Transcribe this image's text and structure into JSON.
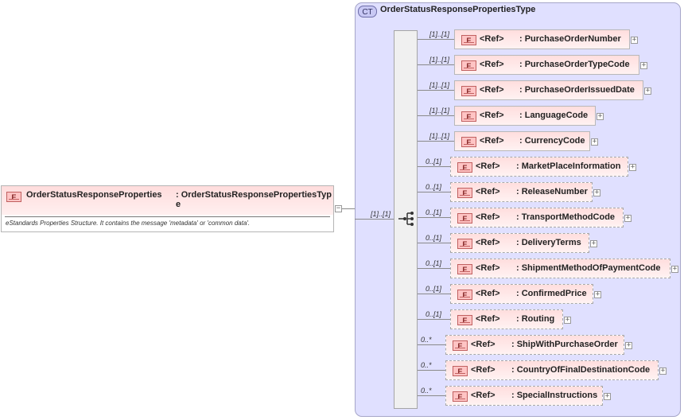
{
  "complex_type": {
    "badge": "CT",
    "name": "OrderStatusResponsePropertiesType"
  },
  "main_element": {
    "badge": "E",
    "name": "OrderStatusResponseProperties",
    "type": ": OrderStatusResponsePropertiesType",
    "documentation": "eStandards Properties Structure. It contains the message 'metadata' or 'common data'.",
    "occurrence": "[1]..[1]"
  },
  "children": [
    {
      "occurrence": "[1]..[1]",
      "badge": "E",
      "ref": "<Ref>",
      "name": ": PurchaseOrderNumber",
      "optional": false
    },
    {
      "occurrence": "[1]..[1]",
      "badge": "E",
      "ref": "<Ref>",
      "name": ": PurchaseOrderTypeCode",
      "optional": false
    },
    {
      "occurrence": "[1]..[1]",
      "badge": "E",
      "ref": "<Ref>",
      "name": ": PurchaseOrderIssuedDate",
      "optional": false
    },
    {
      "occurrence": "[1]..[1]",
      "badge": "E",
      "ref": "<Ref>",
      "name": ": LanguageCode",
      "optional": false
    },
    {
      "occurrence": "[1]..[1]",
      "badge": "E",
      "ref": "<Ref>",
      "name": ": CurrencyCode",
      "optional": false
    },
    {
      "occurrence": "0..[1]",
      "badge": "E",
      "ref": "<Ref>",
      "name": ": MarketPlaceInformation",
      "optional": true
    },
    {
      "occurrence": "0..[1]",
      "badge": "E",
      "ref": "<Ref>",
      "name": ": ReleaseNumber",
      "optional": true
    },
    {
      "occurrence": "0..[1]",
      "badge": "E",
      "ref": "<Ref>",
      "name": ": TransportMethodCode",
      "optional": true
    },
    {
      "occurrence": "0..[1]",
      "badge": "E",
      "ref": "<Ref>",
      "name": ": DeliveryTerms",
      "optional": true
    },
    {
      "occurrence": "0..[1]",
      "badge": "E",
      "ref": "<Ref>",
      "name": ": ShipmentMethodOfPaymentCode",
      "optional": true
    },
    {
      "occurrence": "0..[1]",
      "badge": "E",
      "ref": "<Ref>",
      "name": ": ConfirmedPrice",
      "optional": true
    },
    {
      "occurrence": "0..[1]",
      "badge": "E",
      "ref": "<Ref>",
      "name": ": Routing",
      "optional": true
    },
    {
      "occurrence": "0..*",
      "badge": "E",
      "ref": "<Ref>",
      "name": ": ShipWithPurchaseOrder",
      "optional": true
    },
    {
      "occurrence": "0..*",
      "badge": "E",
      "ref": "<Ref>",
      "name": ": CountryOfFinalDestinationCode",
      "optional": true
    },
    {
      "occurrence": "0..*",
      "badge": "E",
      "ref": "<Ref>",
      "name": ": SpecialInstructions",
      "optional": true
    }
  ],
  "colors": {
    "element_fill": "#ffdede",
    "complex_type_fill": "#e0e0ff",
    "badge_fill": "#ffc4c4"
  }
}
